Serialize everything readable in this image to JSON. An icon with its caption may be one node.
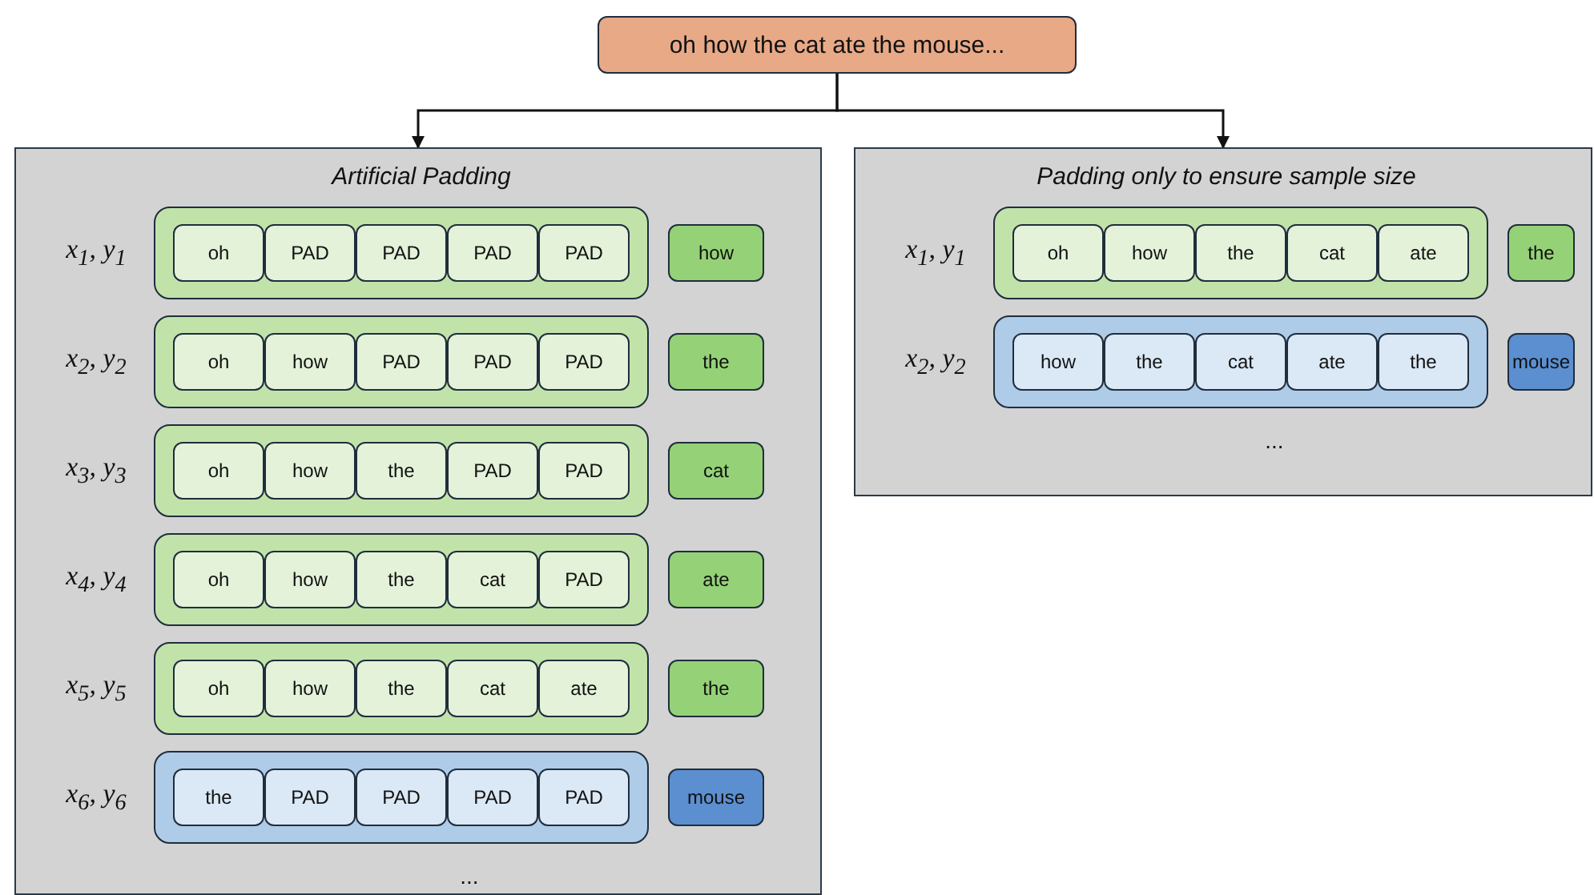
{
  "diagram": {
    "nodes": [
      {
        "text": [
          "oh how the cat ate the mouse..."
        ]
      },
      {
        "text": [
          "Artificial Padding",
          "..."
        ]
      },
      {
        "text": [],
        "shape": "box",
        "in": 1,
        "beside": [
          "x$_{1}$, y$_{1}$"
        ]
      },
      {
        "text": [
          "oh"
        ],
        "in": 2
      },
      {
        "text": [
          "PAD"
        ],
        "in": 2
      },
      {
        "text": [
          "PAD"
        ],
        "in": 2
      },
      {
        "text": [
          "PAD"
        ],
        "in": 2
      },
      {
        "text": [
          "PAD"
        ],
        "in": 2
      },
      {
        "text": [
          "how"
        ],
        "in": 1
      },
      {
        "text": [],
        "shape": "box",
        "in": 1,
        "beside": [
          "x$_{2}$, y$_{2}$"
        ]
      },
      {
        "text": [
          "oh"
        ],
        "in": 9
      },
      {
        "text": [
          "how"
        ],
        "in": 9
      },
      {
        "text": [
          "PAD"
        ],
        "in": 9
      },
      {
        "text": [
          "PAD"
        ],
        "in": 9
      },
      {
        "text": [
          "PAD"
        ],
        "in": 9
      },
      {
        "text": [
          "the"
        ],
        "in": 1
      },
      {
        "text": [],
        "shape": "box",
        "in": 1,
        "beside": [
          "x$_{3}$, y$_{3}$"
        ]
      },
      {
        "text": [
          "oh"
        ],
        "in": 16
      },
      {
        "text": [
          "how"
        ],
        "in": 16
      },
      {
        "text": [
          "the"
        ],
        "in": 16
      },
      {
        "text": [
          "PAD"
        ],
        "in": 16
      },
      {
        "text": [
          "PAD"
        ],
        "in": 16
      },
      {
        "text": [
          "cat"
        ],
        "in": 1
      },
      {
        "text": [],
        "shape": "box",
        "in": 1,
        "beside": [
          "x$_{4}$, y$_{4}$"
        ]
      },
      {
        "text": [
          "oh"
        ],
        "in": 23
      },
      {
        "text": [
          "how"
        ],
        "in": 23
      },
      {
        "text": [
          "the"
        ],
        "in": 23
      },
      {
        "text": [
          "cat"
        ],
        "in": 23
      },
      {
        "text": [
          "PAD"
        ],
        "in": 23
      },
      {
        "text": [
          "ate"
        ],
        "in": 1
      },
      {
        "text": [],
        "shape": "box",
        "in": 1,
        "beside": [
          "x$_{5}$, y$_{5}$"
        ]
      },
      {
        "text": [
          "oh"
        ],
        "in": 30
      },
      {
        "text": [
          "how"
        ],
        "in": 30
      },
      {
        "text": [
          "the"
        ],
        "in": 30
      },
      {
        "text": [
          "cat"
        ],
        "in": 30
      },
      {
        "text": [
          "ate"
        ],
        "in": 30
      },
      {
        "text": [
          "the"
        ],
        "in": 1
      },
      {
        "text": [],
        "shape": "box",
        "in": 1,
        "beside": [
          "x$_{6}$, y$_{6}$"
        ]
      },
      {
        "text": [
          "the"
        ],
        "in": 37
      },
      {
        "text": [
          "PAD"
        ],
        "in": 37
      },
      {
        "text": [
          "PAD"
        ],
        "in": 37
      },
      {
        "text": [
          "PAD"
        ],
        "in": 37
      },
      {
        "text": [
          "PAD"
        ],
        "in": 37
      },
      {
        "text": [
          "mouse"
        ],
        "in": 1
      },
      {
        "text": [
          "Padding only to ensure sample size",
          "..."
        ]
      },
      {
        "text": [],
        "shape": "box",
        "in": 44,
        "beside": [
          "x$_{1}$, y$_{1}$"
        ]
      },
      {
        "text": [
          "oh"
        ],
        "in": 45
      },
      {
        "text": [
          "how"
        ],
        "in": 45
      },
      {
        "text": [
          "the"
        ],
        "in": 45
      },
      {
        "text": [
          "cat"
        ],
        "in": 45
      },
      {
        "text": [
          "ate"
        ],
        "in": 45
      },
      {
        "text": [
          "the"
        ],
        "in": 44
      },
      {
        "text": [],
        "shape": "box",
        "in": 44,
        "beside": [
          "x$_{2}$, y$_{2}$"
        ]
      },
      {
        "text": [
          "how"
        ],
        "in": 52
      },
      {
        "text": [
          "the"
        ],
        "in": 52
      },
      {
        "text": [
          "cat"
        ],
        "in": 52
      },
      {
        "text": [
          "ate"
        ],
        "in": 52
      },
      {
        "text": [
          "the"
        ],
        "in": 52
      },
      {
        "text": [
          "mouse"
        ],
        "in": 44
      }
    ],
    "edges": [
      {
        "from": 0,
        "to": 1,
        "arrow": "to"
      },
      {
        "from": 0,
        "to": 44,
        "arrow": "to"
      }
    ]
  }
}
